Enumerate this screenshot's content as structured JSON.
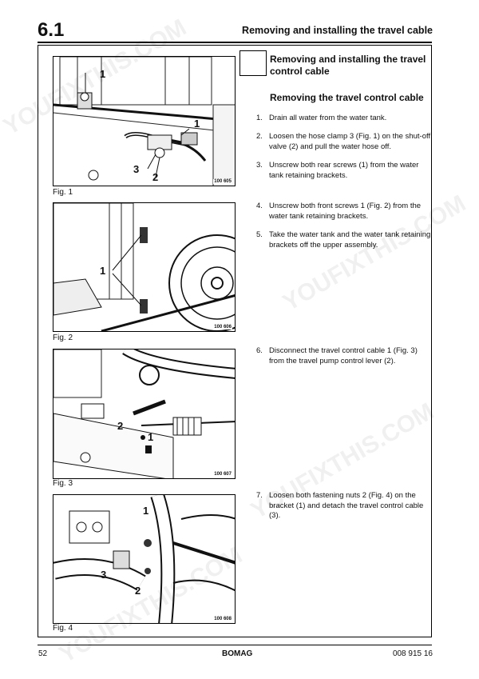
{
  "header": {
    "section": "6.1",
    "title": "Removing and installing the travel cable"
  },
  "content": {
    "section_title": "Removing and installing the travel control cable",
    "subtitle": "Removing the travel control cable",
    "steps": [
      {
        "num": "1.",
        "text": "Drain all water from the water tank."
      },
      {
        "num": "2.",
        "text": "Loosen the hose clamp 3 (Fig. 1) on the shut-off valve (2) and pull the water hose off."
      },
      {
        "num": "3.",
        "text": "Unscrew both rear screws (1) from the water tank retaining brackets."
      },
      {
        "num": "4.",
        "text": "Unscrew both front screws 1 (Fig. 2) from the water tank retaining brackets."
      },
      {
        "num": "5.",
        "text": "Take the water tank and the water tank retaining brackets off the upper assembly."
      },
      {
        "num": "6.",
        "text": "Disconnect the travel control cable 1 (Fig. 3) from the travel pump control lever (2)."
      },
      {
        "num": "7.",
        "text": "Loosen both fastening nuts 2 (Fig. 4) on the bracket (1) and detach the travel control cable (3)."
      }
    ]
  },
  "figures": [
    {
      "caption": "Fig. 1",
      "image_number": "100 605",
      "callouts": [
        "1",
        "1",
        "3",
        "2"
      ]
    },
    {
      "caption": "Fig. 2",
      "image_number": "100 606",
      "callouts": [
        "1"
      ]
    },
    {
      "caption": "Fig. 3",
      "image_number": "100 607",
      "callouts": [
        "2",
        "1"
      ]
    },
    {
      "caption": "Fig. 4",
      "image_number": "100 608",
      "callouts": [
        "1",
        "3",
        "2"
      ]
    }
  ],
  "footer": {
    "page": "52",
    "brand": "BOMAG",
    "doc_number": "008 915 16"
  },
  "watermark": "YOUFIXTHIS.COM"
}
